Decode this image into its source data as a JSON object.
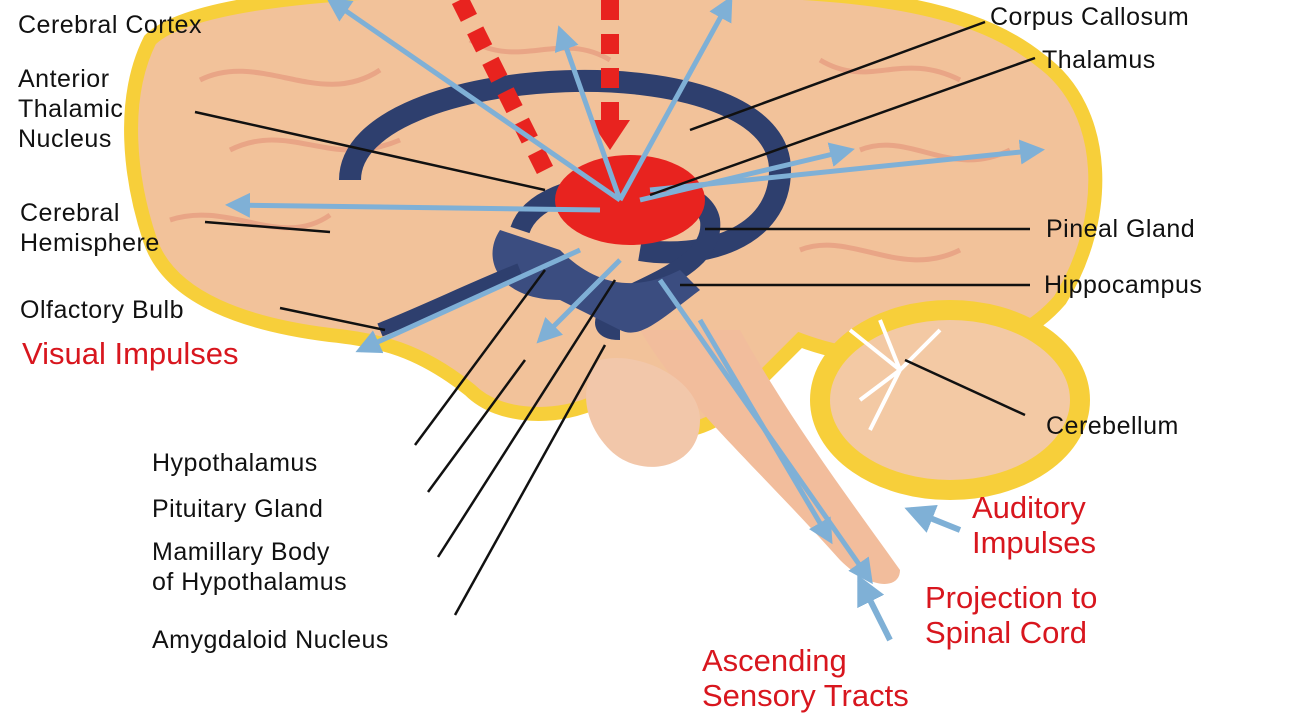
{
  "diagram": {
    "labels": {
      "cerebral_cortex": "Cerebral Cortex",
      "anterior_thalamic_nucleus": "Anterior\nThalamic\nNucleus",
      "cerebral_hemisphere": "Cerebral\nHemisphere",
      "olfactory_bulb": "Olfactory Bulb",
      "visual_impulses": "Visual Impulses",
      "hypothalamus": "Hypothalamus",
      "pituitary_gland": "Pituitary Gland",
      "mamillary_body": "Mamillary Body\nof Hypothalamus",
      "amygdaloid_nucleus": "Amygdaloid Nucleus",
      "corpus_callosum": "Corpus Callosum",
      "thalamus": "Thalamus",
      "pineal_gland": "Pineal Gland",
      "hippocampus": "Hippocampus",
      "cerebellum": "Cerebellum",
      "auditory_impulses": "Auditory\nImpulses",
      "projection_to_spinal_cord": "Projection to\nSpinal Cord",
      "ascending_sensory_tracts": "Ascending\nSensory Tracts"
    },
    "colors": {
      "brain_fill": "#f2c29a",
      "cortex_edge": "#f7cf3a",
      "limbic": "#2e3f6e",
      "sensory_arrow": "#7fb0d6",
      "visual_red": "#e8231f",
      "label_red": "#d8161e"
    }
  }
}
